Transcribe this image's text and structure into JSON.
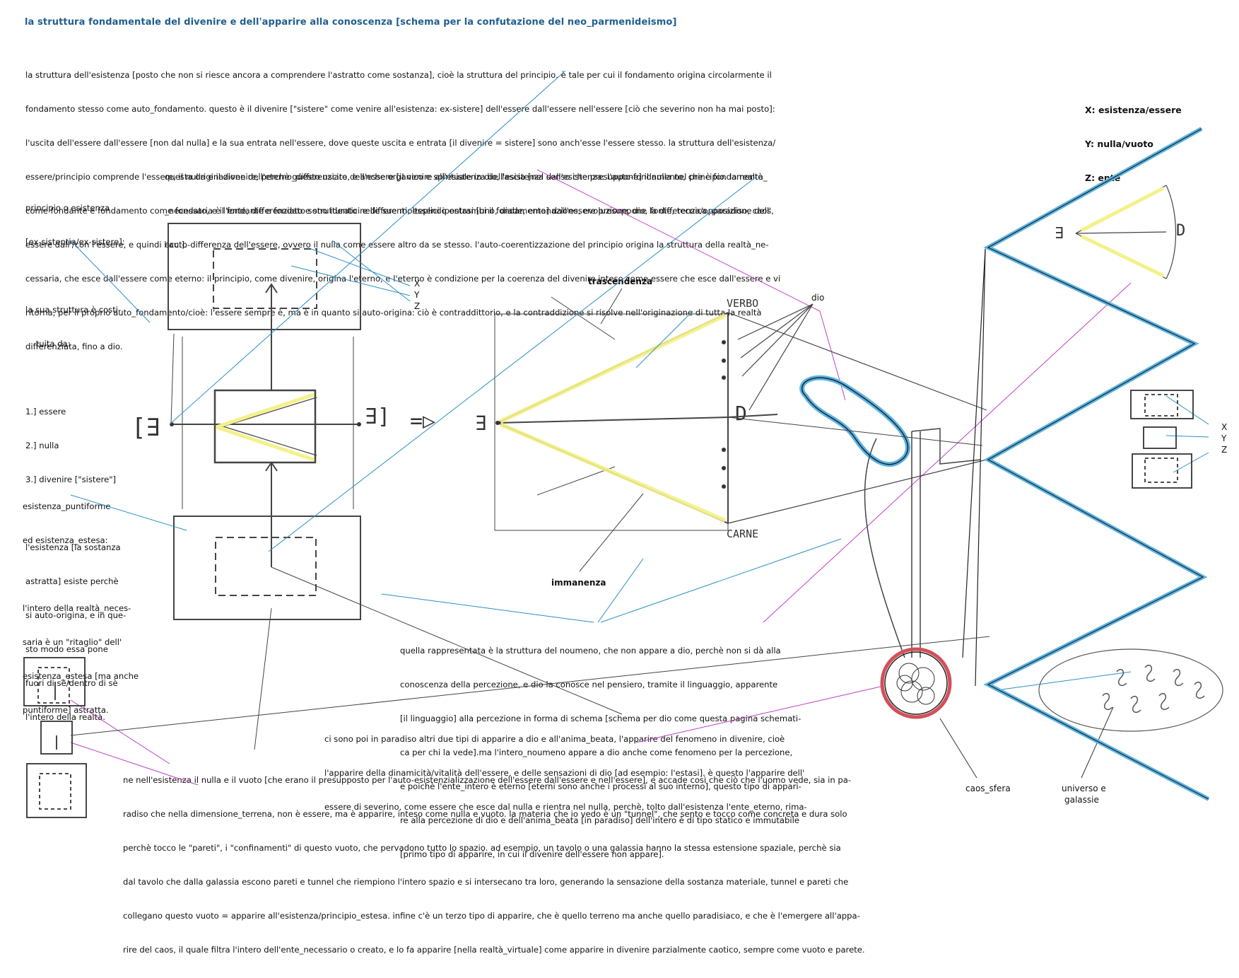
{
  "title": "la struttura fondamentale del divenire e dell'apparire alla conoscenza [schema per la confutazione del neo_parmenideismo]",
  "intro_lines": [
    "la struttura dell'esistenza [posto che non si riesce ancora a comprendere l'astratto come sostanza], cioè la struttura del principio, è tale per cui il fondamento origina circolarmente il",
    "fondamento stesso come auto_fondamento. questo è il divenire [\"sistere\" come venire all'esistenza: ex-sistere] dell'essere dall'essere nell'essere [ciò che severino non ha mai posto]:",
    "l'uscita dell'essere dall'essere [non dal nulla] e la sua entrata nell'essere, dove queste uscita e entrata [il divenire = sistere] sono anch'esse l'essere stesso. la struttura dell'esistenza/",
    "essere/principio comprende l'essere, il nulla e il divenire, perchè questo uscire dell'essere [il venire all'esistenza dell'esistenza dall'esistenza: l'auto-fondamento, che è fondamento",
    "come fondante e fondamento come fondato, e il fondante e fondato sono identici e differenti, essendo entrambi il fondamento] dall'essere presuppone la differenza/opposizione dell'",
    "essere dall'/con l'essere, e quindi l'auto-differenza dell'essere, ovvero il nulla come essere altro da se stesso. l'auto-coerentizzazione del principio origina la struttura della realtà_ne-",
    "cessaria, che esce dall'essere come eterno: il principio, come divenire, origina l'eterno, e l'eterno è condizione per la coerenza del divenire inteso come essere che esce dall'essere e vi",
    "ritorna, per il proprio auto_fondamento/cioè: l'essere sempre è, ma è in quanto si auto-origina: ciò è contraddittorio, e la contraddizione si risolve nell'originazione di tutta la realtà",
    "differenziata, fino a dio."
  ],
  "second_lines": [
    "questa originazione dell'eterno_differenziato, e anche organico e spirituale in dio, lascia [nel senso che presuppone] il nulla nel principio. la realtà_",
    "_necessaria è l'ente, differenziato e strutturato nelle sue molteplici ipostasi [uno, diade, emanazione, evoluzione, dio, fonte, tecnica, paradiso, caos,",
    "ecc.]."
  ],
  "left_block_lines": [
    "principio o esistenza",
    "[ex-sistentia/ex-sistere]:",
    "",
    "la sua struttura è costi-",
    "    tuita da:",
    "",
    "1.] essere",
    "2.] nulla",
    "3.] divenire [\"sistere\"]",
    "",
    "l'esistenza [la sostanza",
    "astratta] esiste perchè",
    "si auto-origina, e in que-",
    "sto modo essa pone",
    "fuori di sè/dentro di sè",
    "l'intero della realtà."
  ],
  "left_lower_lines": [
    "esistenza_puntiforme",
    "ed esistenza_estesa:",
    "",
    "l'intero della realtà_neces-",
    "saria è un \"ritaglio\" dell'",
    "esistenza_estesa [ma anche",
    "puntiforme] astratta."
  ],
  "legend_lines": [
    "X: esistenza/essere",
    "Y: nulla/vuoto",
    "Z: ente"
  ],
  "xyz": [
    "X",
    "Y",
    "Z"
  ],
  "labels": {
    "trascendenza": "trascendenza",
    "immanenza": "immanenza",
    "dio": "dio",
    "verbo": "VERBO",
    "carne": "CARNE",
    "caos_sfera": "caos_sfera",
    "universo": "universo e",
    "galassie": "galassie"
  },
  "noumeno_lines": [
    "quella rappresentata è la struttura del noumeno, che non appare a dio, perchè non si dà alla",
    "conoscenza della percezione, e dio la conosce nel pensiero, tramite il linguaggio, apparente",
    "[il linguaggio] alla percezione in forma di schema [schema per dio come questa pagina schemati-",
    "ca per chi la vede].ma l'intero_noumeno appare a dio anche come fenomeno per la percezione,",
    "e poichè l'ente_intero è eterno [eterni sono anche i processi al suo interno], questo tipo di appari-",
    "re alla percezione di dio e dell'anima_beata [in paradiso] dell'intero è di tipo statico e immutabile",
    "[primo tipo di apparire, in cui il divenire dell'essere non appare]."
  ],
  "apparire_lines": [
    "ci sono poi in paradiso altri due tipi di apparire a dio e all'anima_beata, l'apparire del fenomeno in divenire, cioè",
    "l'apparire della dinamicità/vitalità dell'essere, e delle sensazioni di dio [ad esempio: l'estasi]. è questo l'apparire dell'",
    "essere di severino, come essere che esce dal nulla e rientra nel nulla, perchè, tolto dall'esistenza l'ente_eterno, rima-"
  ],
  "bottom_lines": [
    "ne nell'esistenza il nulla e il vuoto [che erano il presupposto per l'auto-esistenzializzazione dell'essere dall'essere e nell'essere], e accade così che ciò che l'uomo vede, sia in pa-",
    "radiso che nella dimensione_terrena, non è essere, ma è apparire, inteso come nulla e vuoto. la materia che io vedo è un \"tunnel\", che sento e tocco come concreta e dura solo",
    "perchè tocco le \"pareti\", i \"confinamenti\" di questo vuoto, che pervadono tutto lo spazio. ad esempio, un tavolo o una galassia hanno la stessa estensione spaziale, perchè sia",
    "dal tavolo che dalla galassia escono pareti e tunnel che riempiono l'intero spazio e si intersecano tra loro, generando la sensazione della sostanza materiale, tunnel e pareti che",
    "collegano questo vuoto = apparire all'esistenza/principio_estesa. infine c'è un terzo tipo di apparire, che è quello terreno ma anche quello paradisiaco, e che è l'emergere all'appa-",
    "rire del caos, il quale filtra l'intero dell'ente_necessario o creato, e lo fa apparire [nella realtà_virtuale] come apparire in divenire parzialmente caotico, sempre come vuoto e parete."
  ],
  "hand_symbols": {
    "exists_left": "[∃",
    "exists_right": "∃]",
    "exists_mid": "∃",
    "arrow": "=▷",
    "d_main": "D",
    "d_small": "D"
  },
  "colors": {
    "title": "#1f5f8f",
    "blue_line": "#5ab4e6",
    "yellow": "#f4f18a",
    "magenta": "#c13fc1",
    "teal_line": "#2a8fc4",
    "red_ring": "#d2505a"
  }
}
